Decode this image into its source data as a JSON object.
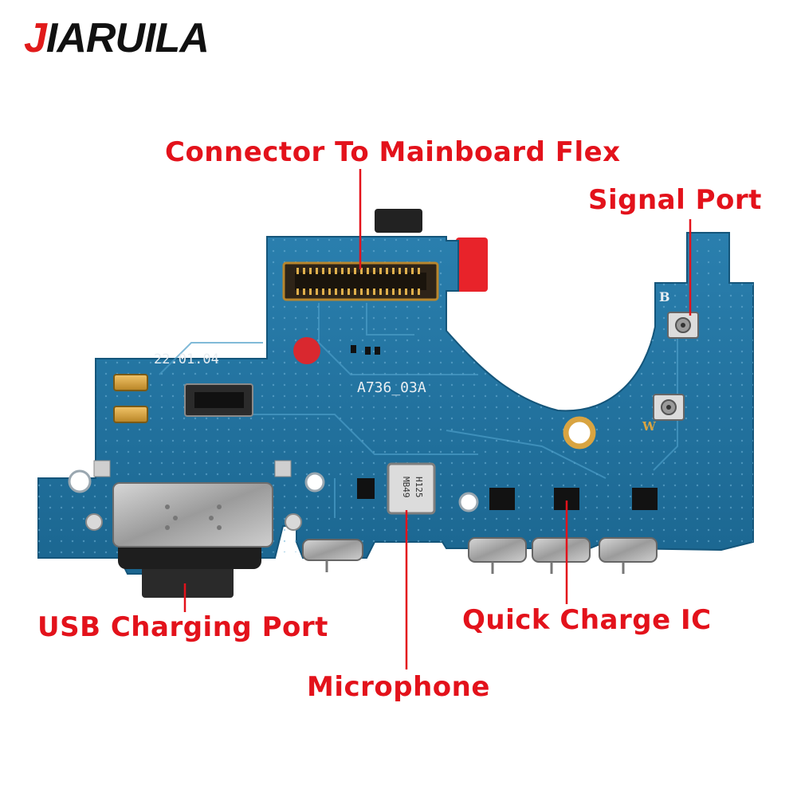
{
  "brand": {
    "first_letter": "J",
    "rest": "IARUILA",
    "accent_color": "#e11b1b"
  },
  "callouts": {
    "connector": "Connector To Mainboard Flex",
    "signal": "Signal Port",
    "usb": "USB Charging Port",
    "quick_charge": "Quick Charge IC",
    "microphone": "Microphone"
  },
  "board_markings": {
    "date": "22.01.04",
    "model": "A736_03A",
    "antenna_b": "B",
    "antenna_w": "W",
    "mic_code_1": "MB49",
    "mic_code_2": "H125"
  },
  "colors": {
    "callout_red": "#e3121b",
    "pcb_blue": "#1f6f9c",
    "gold": "#d9a441"
  }
}
